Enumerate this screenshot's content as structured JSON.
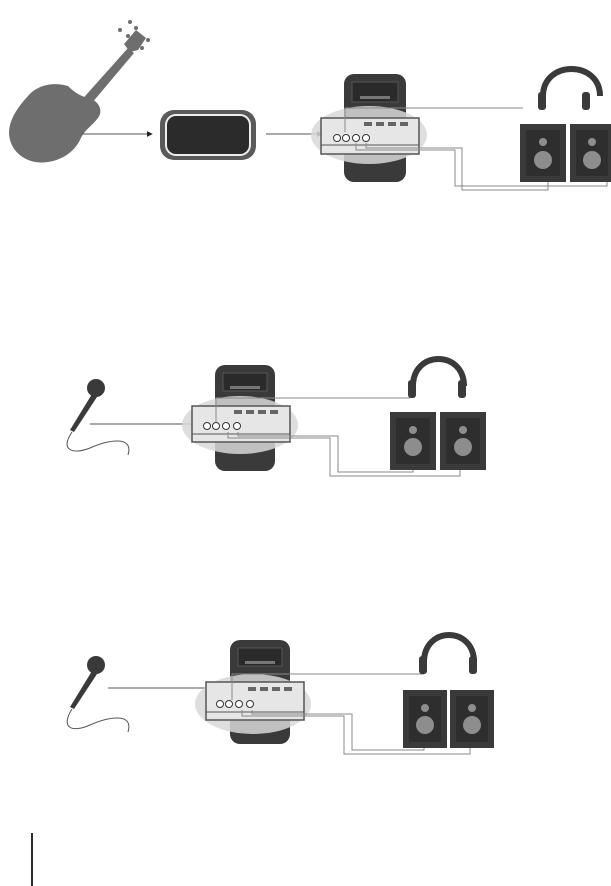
{
  "diagrams": [
    {
      "source": "guitar",
      "via": "amp-modeler-pedal",
      "interface": "audio-interface",
      "outputs": [
        "headphones",
        "studio-monitors"
      ]
    },
    {
      "source": "microphone",
      "interface": "audio-interface",
      "outputs": [
        "headphones",
        "studio-monitors"
      ]
    },
    {
      "source": "microphone",
      "interface": "audio-interface",
      "outputs": [
        "headphones",
        "studio-monitors"
      ]
    }
  ],
  "colors": {
    "device_dark": "#3a3a3a",
    "device_mid": "#565656",
    "panel_light": "#e6e6e6",
    "highlight_ellipse": "#d8d8d8",
    "guitar_body": "#6e6e6e",
    "wire": "#8a8a8a",
    "speaker_cone": "#8d8d8d"
  },
  "icons": [
    "guitar-icon",
    "pedal-icon",
    "microphone-icon",
    "interface-icon",
    "headphones-icon",
    "speaker-icon"
  ]
}
